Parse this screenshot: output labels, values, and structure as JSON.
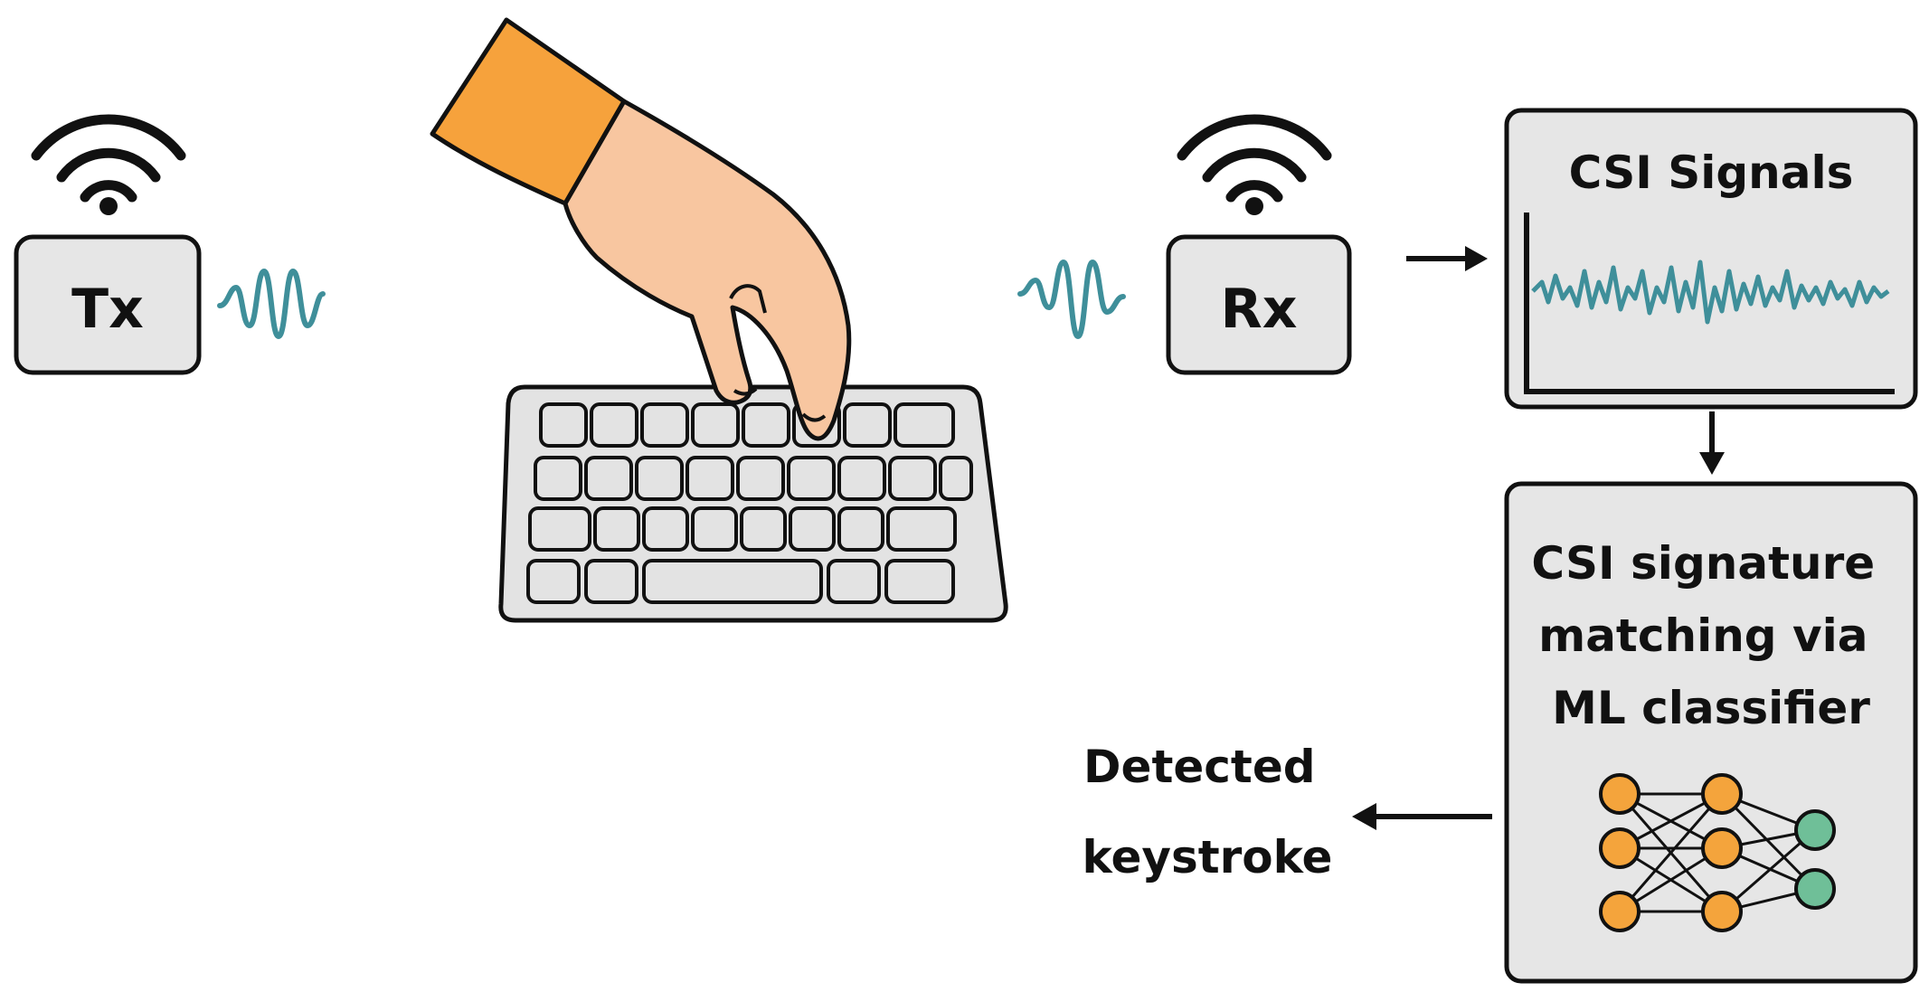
{
  "transmitter": {
    "label": "Tx",
    "icon": "wifi-icon",
    "wave_color": "#3f8f9a"
  },
  "receiver": {
    "label": "Rx",
    "icon": "wifi-icon",
    "wave_color": "#3f8f9a"
  },
  "csi_panel": {
    "title": "CSI Signals"
  },
  "classifier_panel": {
    "lines": [
      "CSI signature",
      "matching via",
      "ML classifier"
    ],
    "network_layers": [
      3,
      3,
      2
    ],
    "hidden_color": "#f4a43c",
    "output_color": "#6fbf98"
  },
  "output": {
    "lines": [
      "Detected",
      "keystroke"
    ]
  },
  "colors": {
    "box_fill": "#e6e6e6",
    "stroke": "#111111",
    "sleeve": "#f6a23c",
    "skin": "#f8c6a0",
    "key_fill": "#e3e3e3"
  }
}
